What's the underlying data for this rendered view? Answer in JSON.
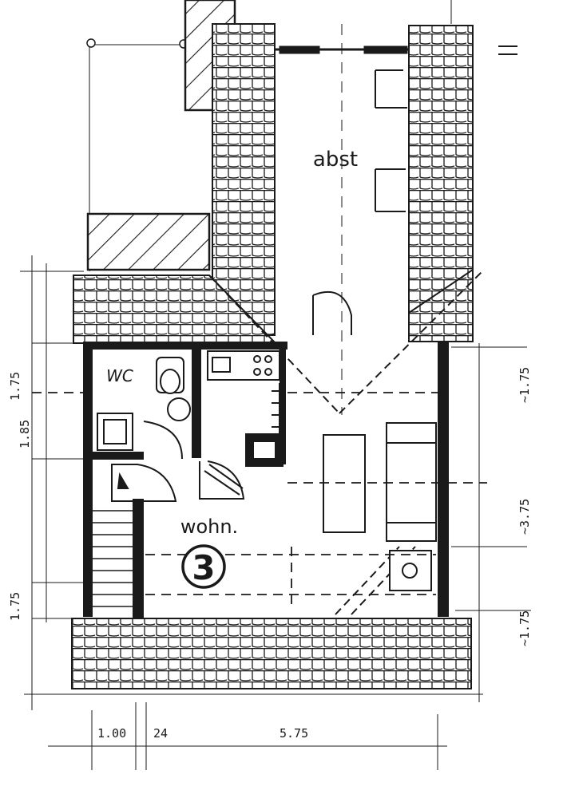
{
  "rooms": {
    "upper": "abst",
    "main": "wohn.",
    "wc": "WC"
  },
  "unit_number": "3",
  "dimensions": {
    "bottom_left": "1.00",
    "bottom_mid": "24",
    "bottom_right": "5.75",
    "left_top": "1.75",
    "left_mid": "1.85",
    "left_bottom": "1.75",
    "right_top": "~1.75",
    "right_mid": "~3.75",
    "right_bottom": "~1.75"
  },
  "colors": {
    "ink": "#1a1a1a",
    "paper": "#ffffff"
  }
}
